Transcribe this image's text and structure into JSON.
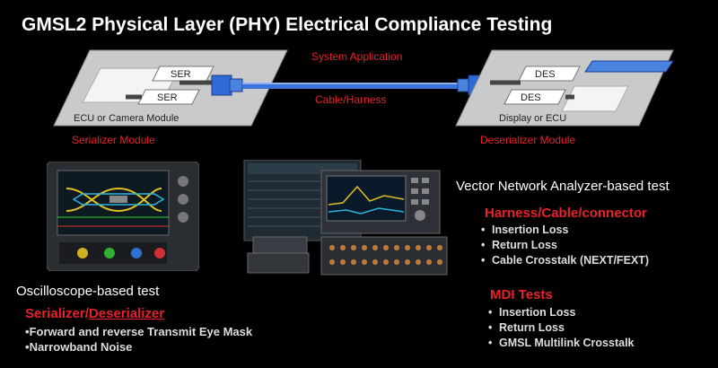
{
  "title": "GMSL2 Physical Layer (PHY) Electrical Compliance Testing",
  "diagram": {
    "system_application": "System Application",
    "cable_harness": "Cable/Harness",
    "left_board": {
      "chip_top": "SER",
      "chip_bottom": "SER",
      "board_label": "ECU or Camera Module",
      "module_label": "Serializer Module"
    },
    "right_board": {
      "chip_top": "DES",
      "chip_bottom": "DES",
      "board_label": "Display or ECU",
      "module_label": "Deserializer Module"
    }
  },
  "oscilloscope": {
    "title": "Oscilloscope-based test",
    "heading_part1": "Serializer/",
    "heading_part2": "Deserializer",
    "bullets": [
      "Forward and reverse Transmit Eye Mask",
      "Narrowband Noise"
    ]
  },
  "vna": {
    "title": "Vector Network Analyzer-based test",
    "heading": "Harness/Cable/connector",
    "bullets": [
      "Insertion Loss",
      "Return Loss",
      "Cable Crosstalk (NEXT/FEXT)"
    ]
  },
  "mdi": {
    "heading": "MDI Tests",
    "bullets": [
      "Insertion Loss",
      "Return Loss",
      "GMSL Multilink Crosstalk"
    ]
  },
  "colors": {
    "accent_red": "#e8202a",
    "cable_blue": "#2f6bd6",
    "board_gray": "#c9cacc"
  }
}
